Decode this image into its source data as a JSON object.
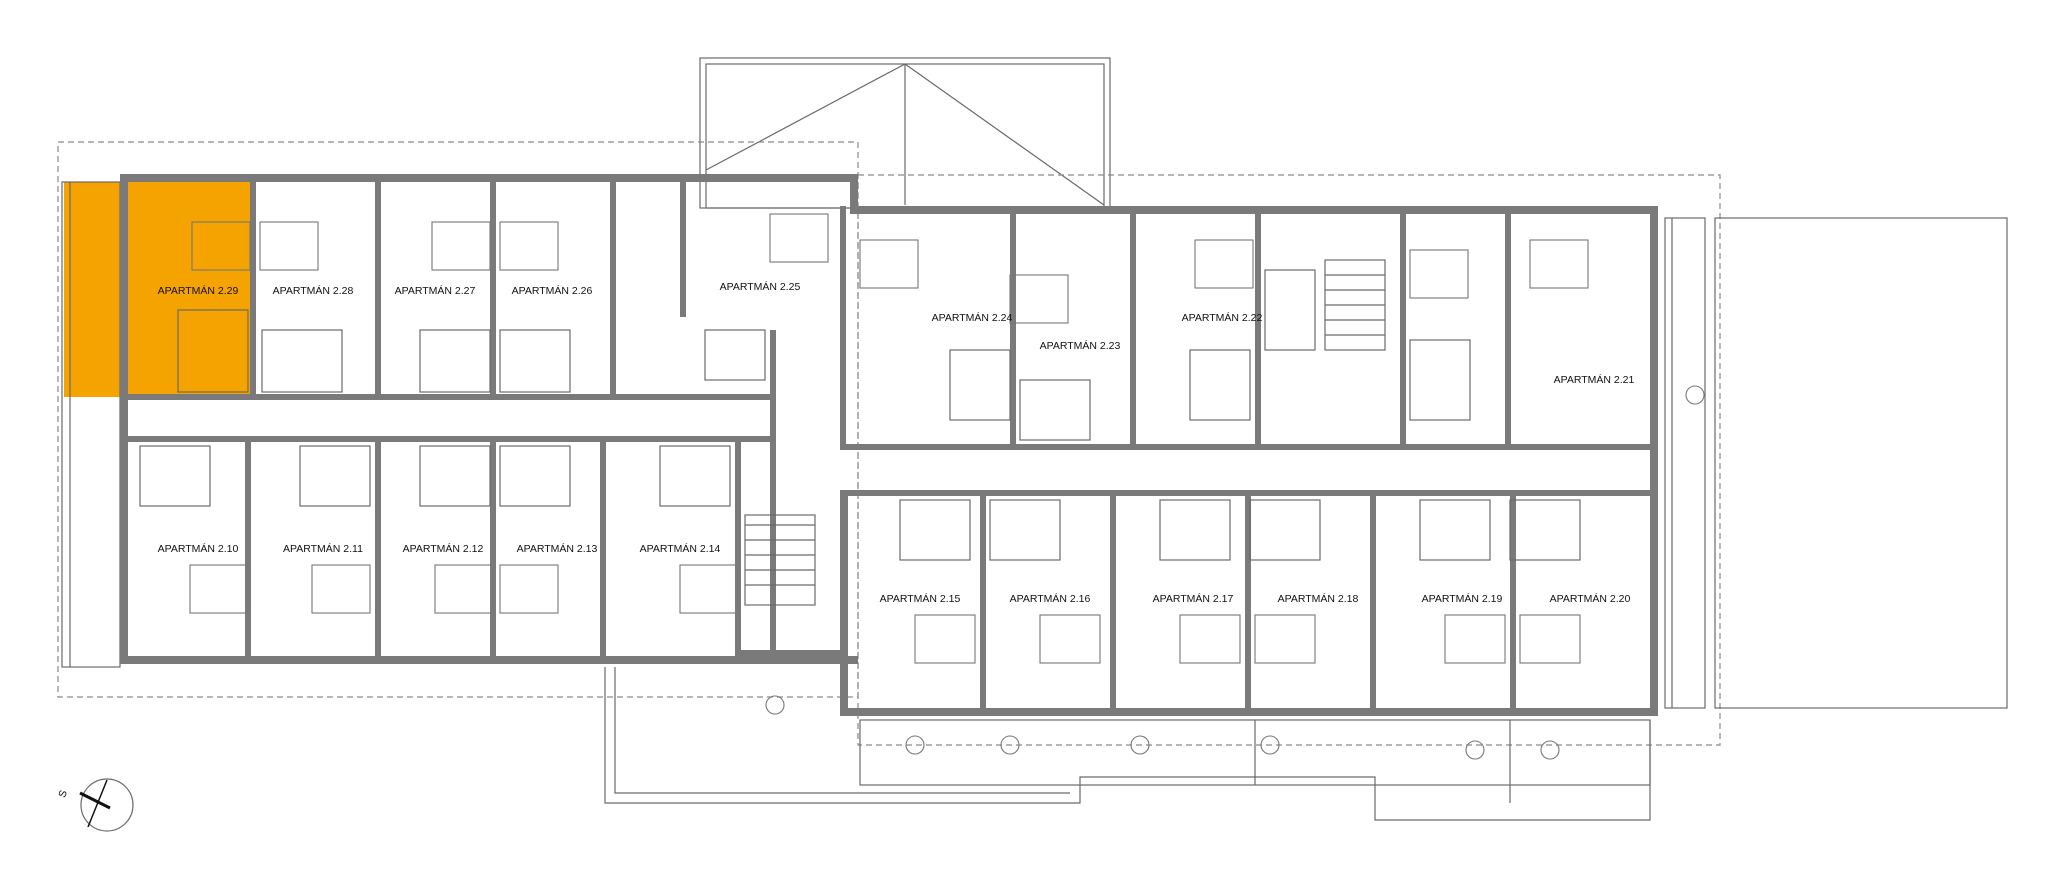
{
  "floor_plan": {
    "highlight_color": "#f5a300",
    "wall_color": "#7a7a7a",
    "apartments": [
      {
        "id": "2.29",
        "label": "APARTMÁN 2.29",
        "highlighted": true
      },
      {
        "id": "2.28",
        "label": "APARTMÁN 2.28"
      },
      {
        "id": "2.27",
        "label": "APARTMÁN 2.27"
      },
      {
        "id": "2.26",
        "label": "APARTMÁN 2.26"
      },
      {
        "id": "2.25",
        "label": "APARTMÁN 2.25"
      },
      {
        "id": "2.24",
        "label": "APARTMÁN 2.24"
      },
      {
        "id": "2.23",
        "label": "APARTMÁN 2.23"
      },
      {
        "id": "2.22",
        "label": "APARTMÁN 2.22"
      },
      {
        "id": "2.21",
        "label": "APARTMÁN 2.21"
      },
      {
        "id": "2.10",
        "label": "APARTMÁN 2.10"
      },
      {
        "id": "2.11",
        "label": "APARTMÁN 2.11"
      },
      {
        "id": "2.12",
        "label": "APARTMÁN 2.12"
      },
      {
        "id": "2.13",
        "label": "APARTMÁN 2.13"
      },
      {
        "id": "2.14",
        "label": "APARTMÁN 2.14"
      },
      {
        "id": "2.15",
        "label": "APARTMÁN 2.15"
      },
      {
        "id": "2.16",
        "label": "APARTMÁN 2.16"
      },
      {
        "id": "2.17",
        "label": "APARTMÁN 2.17"
      },
      {
        "id": "2.18",
        "label": "APARTMÁN 2.18"
      },
      {
        "id": "2.19",
        "label": "APARTMÁN 2.19"
      },
      {
        "id": "2.20",
        "label": "APARTMÁN 2.20"
      }
    ],
    "north_arrow": {
      "letter": "S",
      "icon": "north-arrow-icon"
    }
  }
}
